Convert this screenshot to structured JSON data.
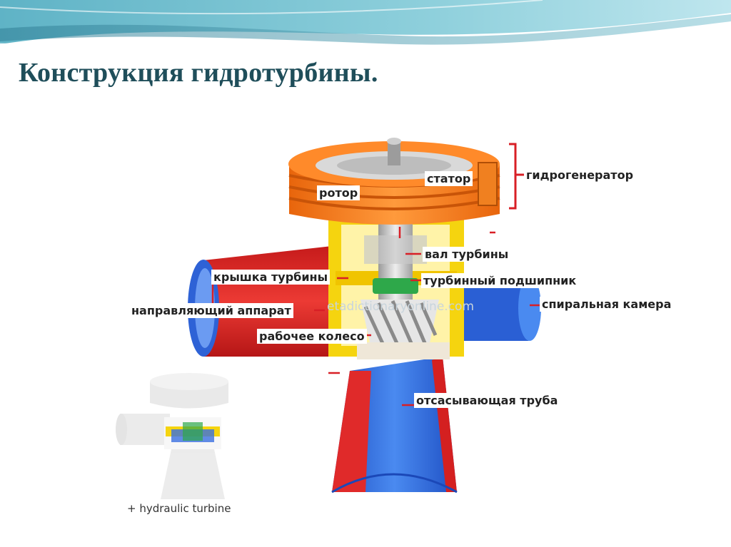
{
  "slide": {
    "title": "Конструкция гидротурбины."
  },
  "diagram": {
    "labels": {
      "stator": "статор",
      "rotor": "ротор",
      "generator": "гидрогенератор",
      "shaft": "вал турбины",
      "bearing": "турбинный подшипник",
      "cover": "крышка турбины",
      "wicket_gate": "направляющий аппарат",
      "spiral_case": "спиральная камера",
      "runner": "рабочее колесо",
      "draft_tube": "отсасывающая труба"
    },
    "watermark": "etadictionaryonline.com",
    "thumbnail_caption": "+ hydraulic turbine"
  },
  "colors": {
    "title": "#1f4e5a",
    "generator_orange": "#f07a1a",
    "pipe_red": "#e02a2a",
    "pipe_blue": "#2f6fe0",
    "frame_yellow": "#f5d40f",
    "leader_red": "#d81f26"
  }
}
